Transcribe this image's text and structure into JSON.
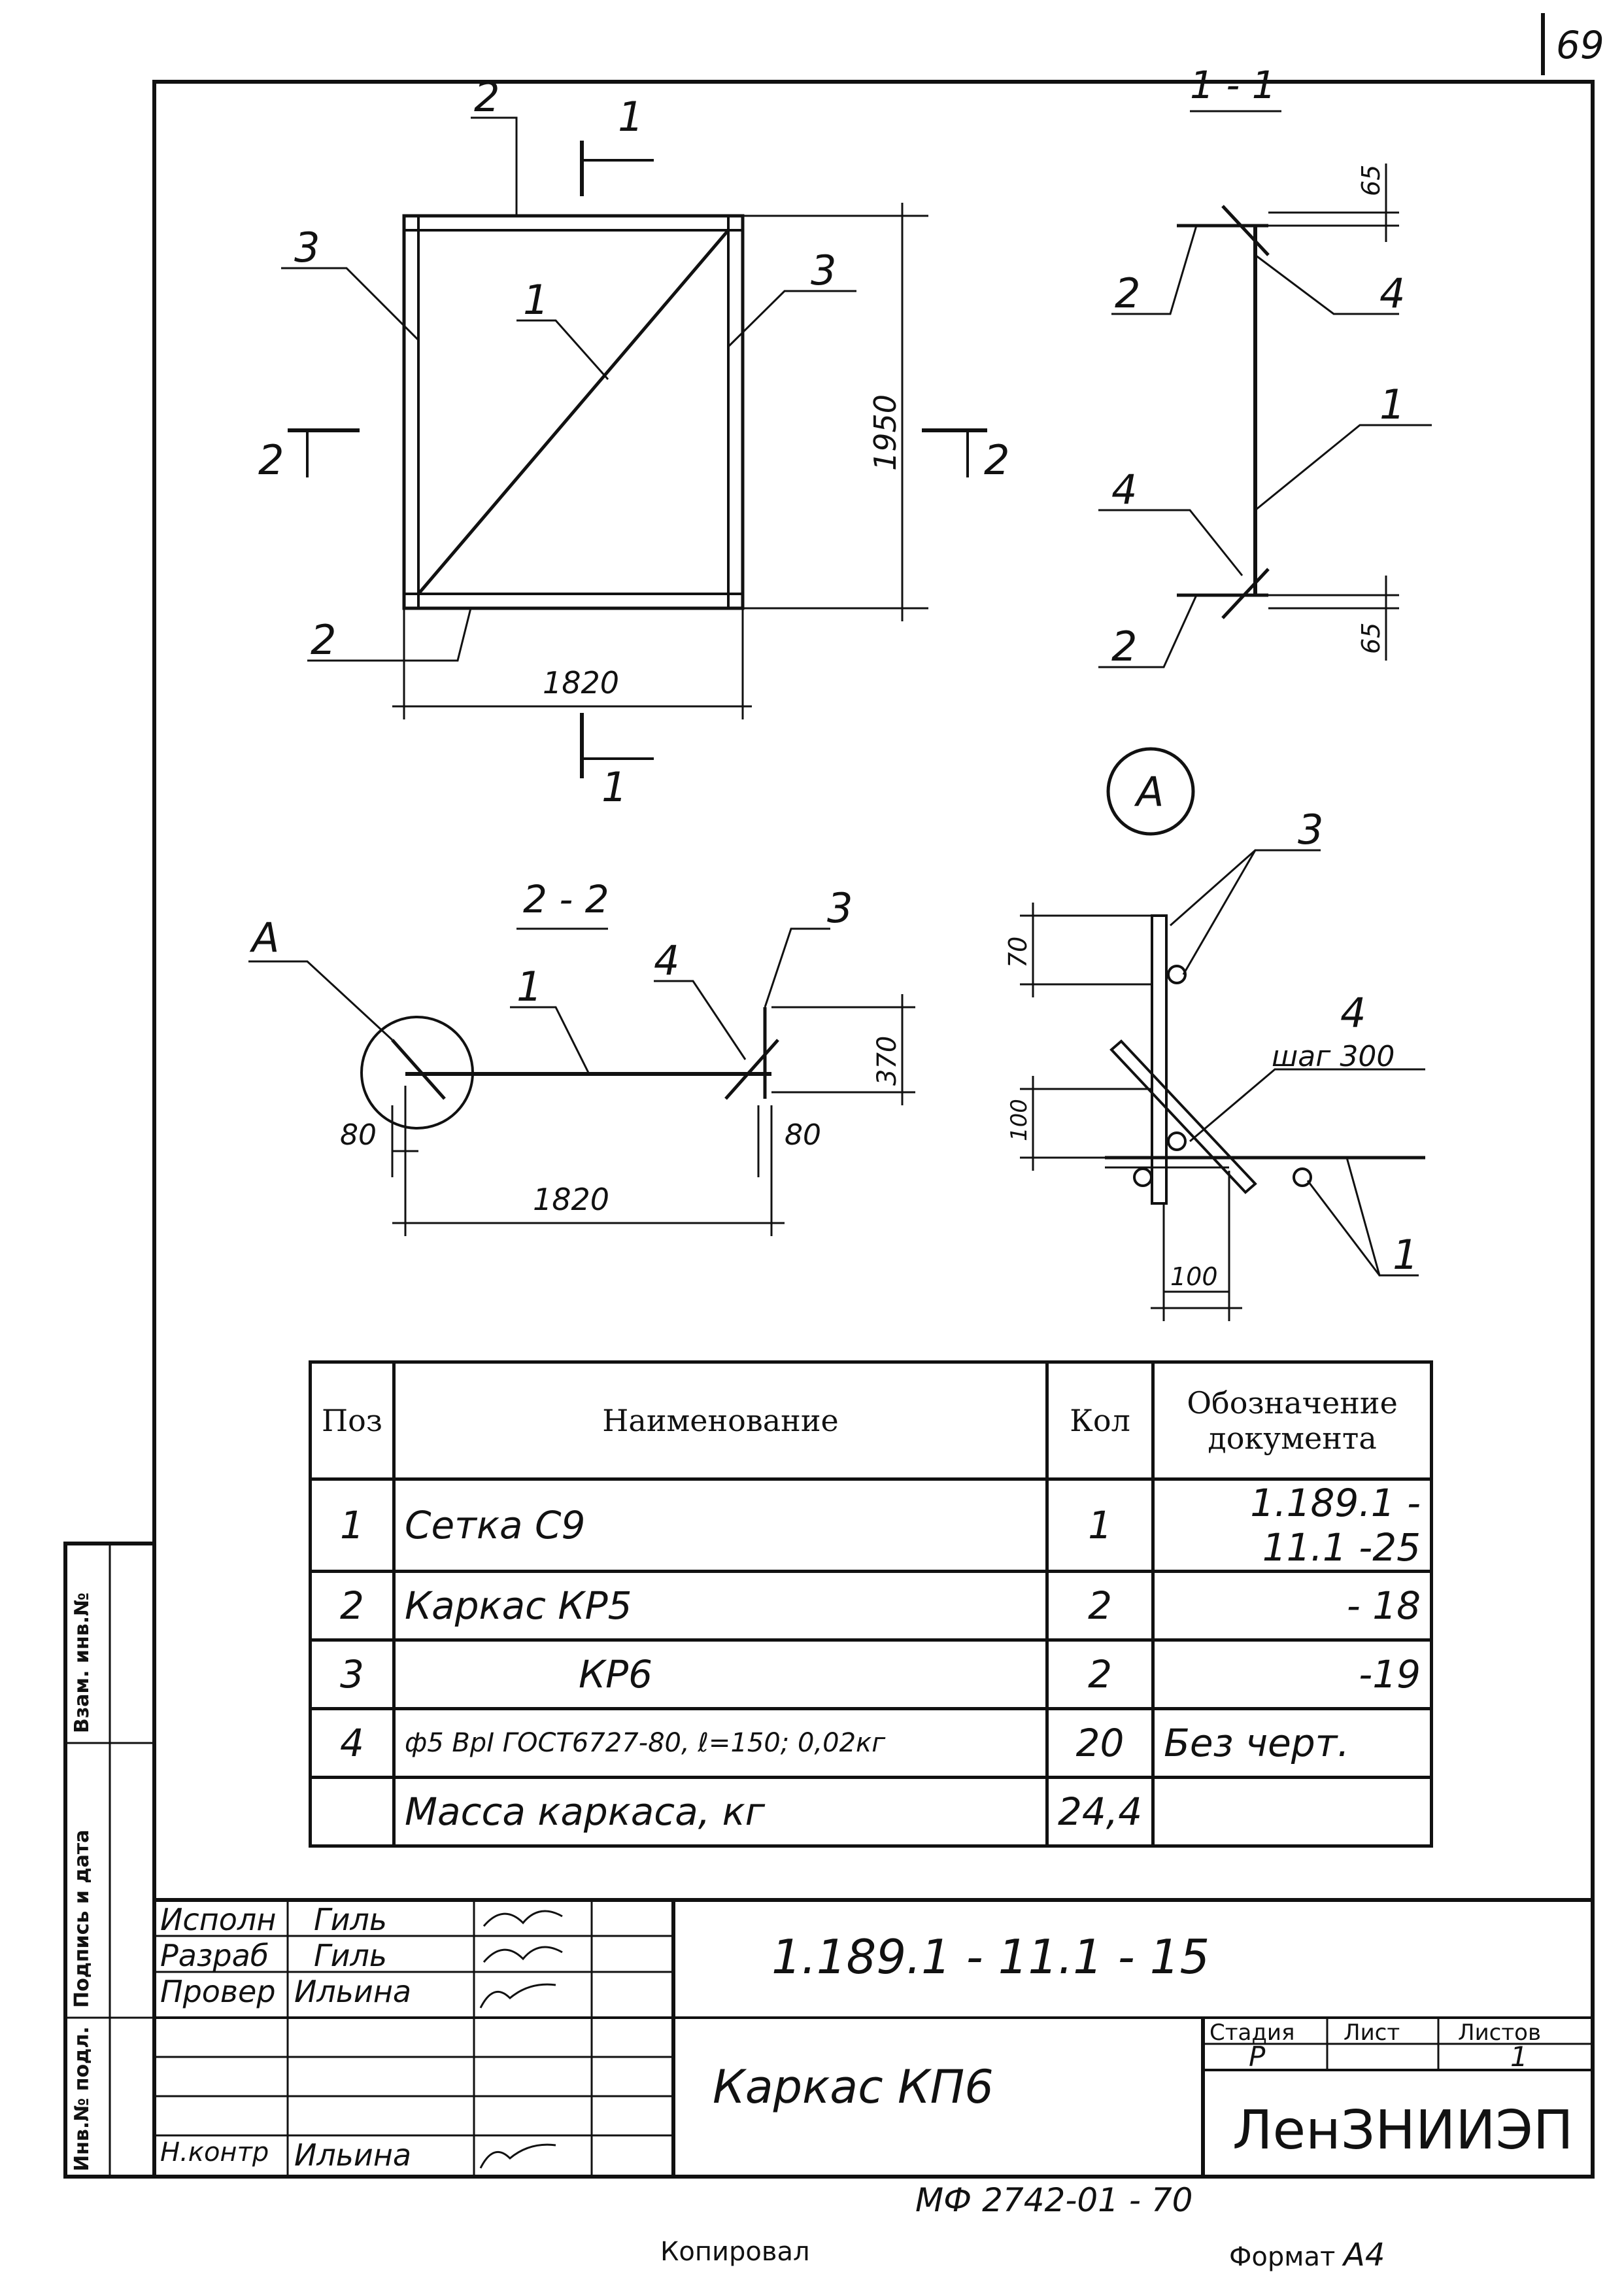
{
  "sheet": {
    "page_number": "69"
  },
  "views": {
    "plan": {
      "width": "1820",
      "height": "1950",
      "pos_top": "2",
      "pos_bottom": "2",
      "pos_left": "3",
      "pos_right": "3",
      "pos_diag": "1",
      "sec1_top": "1",
      "sec1_bottom": "1",
      "sec2_left": "2",
      "sec2_right": "2"
    },
    "section_1_1": {
      "title": "1 - 1",
      "dim_top": "65",
      "dim_bottom": "65",
      "pos_top_left": "2",
      "pos_top_right": "4",
      "pos_mid": "1",
      "pos_low_left": "4",
      "pos_bottom_left": "2"
    },
    "section_2_2": {
      "title": "2 - 2",
      "callout": "A",
      "pos_1": "1",
      "pos_4": "4",
      "pos_3": "3",
      "dim_height": "370",
      "dim_left": "80",
      "dim_right": "80",
      "dim_width": "1820"
    },
    "detail_a": {
      "title": "A",
      "pos_3": "3",
      "pos_4": "4",
      "step": "шаг 300",
      "pos_1": "1",
      "dim_70": "70",
      "dim_100v": "100",
      "dim_100h": "100"
    }
  },
  "spec_table": {
    "headers": {
      "pos": "Поз",
      "name": "Наименование",
      "qty": "Кол",
      "doc_line1": "Обозначение",
      "doc_line2": "документа"
    },
    "rows": [
      {
        "pos": "1",
        "name": "Сетка С9",
        "qty": "1",
        "doc": "1.189.1 - 11.1 -25"
      },
      {
        "pos": "2",
        "name": "Каркас КР5",
        "qty": "2",
        "doc": "- 18"
      },
      {
        "pos": "3",
        "name": "КР6",
        "qty": "2",
        "doc": "-19"
      },
      {
        "pos": "4",
        "name": "ф5 ВрI ГОСТ6727-80, ℓ=150; 0,02кг",
        "qty": "20",
        "doc": "Без черт."
      },
      {
        "pos": "",
        "name": "Масса каркаса, кг",
        "qty": "24,4",
        "doc": ""
      }
    ]
  },
  "title_block": {
    "roles": [
      "Исполн",
      "Разраб",
      "Провер",
      "Н.контр"
    ],
    "names": [
      "Гиль",
      "Гиль",
      "Ильина",
      "Ильина"
    ],
    "designation": "1.189.1 - 11.1 - 15",
    "item_name": "Каркас КП6",
    "stage_label": "Стадия",
    "sheet_label": "Лист",
    "sheets_label": "Листов",
    "stage": "Р",
    "sheet": "",
    "sheets": "1",
    "organization": "ЛенЗНИИЭП"
  },
  "side_stamp": [
    "Инв.№ подл.",
    "Подпись и дата",
    "Взам. инв.№"
  ],
  "footer": {
    "code": "МФ 2742-01 - 70",
    "copied": "Копировал",
    "format_label": "Формат",
    "format_value": "А4"
  }
}
